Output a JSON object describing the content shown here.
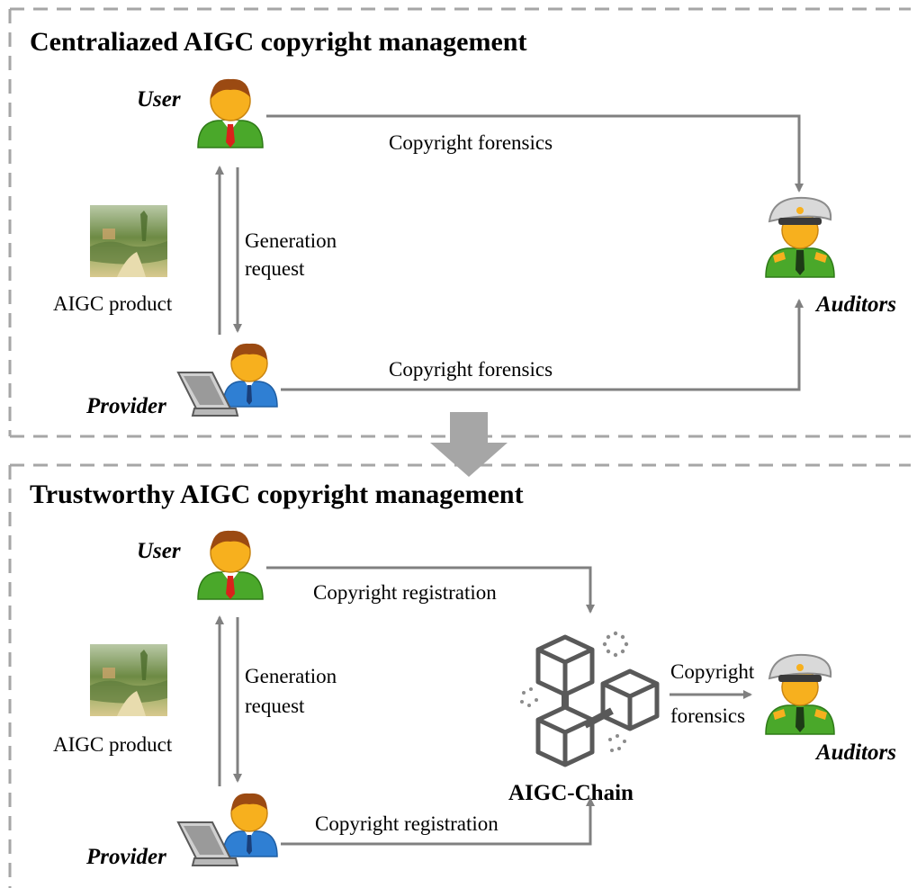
{
  "top_panel": {
    "title": "Centraliazed AIGC copyright management",
    "user_label": "User",
    "provider_label": "Provider",
    "auditors_label": "Auditors",
    "product_label": "AIGC product",
    "request_label_line1": "Generation",
    "request_label_line2": "request",
    "user_to_auditors_label": "Copyright forensics",
    "provider_to_auditors_label": "Copyright forensics"
  },
  "bottom_panel": {
    "title": "Trustworthy AIGC copyright management",
    "user_label": "User",
    "provider_label": "Provider",
    "auditors_label": "Auditors",
    "product_label": "AIGC product",
    "request_label_line1": "Generation",
    "request_label_line2": "request",
    "user_to_chain_label": "Copyright registration",
    "provider_to_chain_label": "Copyright registration",
    "chain_to_auditors_line1": "Copyright",
    "chain_to_auditors_line2": "forensics",
    "chain_label": "AIGC-Chain"
  },
  "colors": {
    "arrow": "#808080",
    "dashed_border": "#a6a6a6",
    "person_green": "#4aa82a",
    "skin": "#f7b01e",
    "hair": "#9b4a12",
    "tie": "#d9221b",
    "provider_shirt": "#2f7fd3",
    "officer_cap": "#d9d9d9"
  },
  "icons": [
    "user-person-icon",
    "provider-laptop-icon",
    "auditor-officer-icon",
    "painting-thumbnail-icon",
    "blockchain-cubes-icon",
    "transition-down-arrow-icon"
  ]
}
